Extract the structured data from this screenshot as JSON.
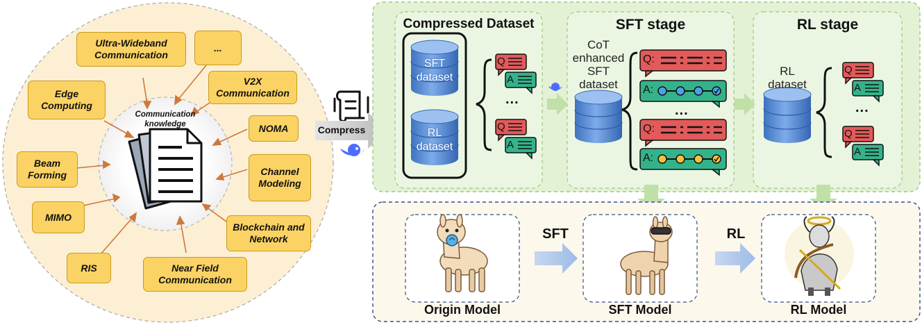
{
  "center": {
    "label": "Communication knowledge"
  },
  "topics": [
    {
      "id": "uwb",
      "label": "Ultra-Wideband Communication"
    },
    {
      "id": "more",
      "label": "..."
    },
    {
      "id": "v2x",
      "label": "V2X Communication"
    },
    {
      "id": "edge",
      "label": "Edge Computing"
    },
    {
      "id": "noma",
      "label": "NOMA"
    },
    {
      "id": "channel",
      "label": "Channel Modeling"
    },
    {
      "id": "beam",
      "label": "Beam Forming"
    },
    {
      "id": "mimo",
      "label": "MIMO"
    },
    {
      "id": "blockchain",
      "label": "Blockchain and Network"
    },
    {
      "id": "ris",
      "label": "RIS"
    },
    {
      "id": "nearfield",
      "label": "Near Field Communication"
    }
  ],
  "compress": {
    "label": "Compress"
  },
  "compressed_dataset": {
    "title": "Compressed Dataset",
    "sft_db": "SFT dataset",
    "rl_db": "RL dataset",
    "q": "Q",
    "a": "A",
    "dots": "..."
  },
  "sft_stage": {
    "title": "SFT stage",
    "db_label": "CoT enhanced SFT dataset",
    "q": "Q:",
    "a": "A:",
    "dots": "..."
  },
  "rl_stage": {
    "title": "RL stage",
    "db_label": "RL dataset",
    "q": "Q",
    "a": "A",
    "dots": "..."
  },
  "models": {
    "origin": "Origin Model",
    "sft": "SFT Model",
    "rl": "RL Model",
    "arrow_sft": "SFT",
    "arrow_rl": "RL"
  },
  "colors": {
    "topic_fill": "#fbd264",
    "outer_circle": "#fcefd4",
    "panel_green": "#e3f1d5",
    "bottom_panel": "#fcf8ec",
    "q_bubble": "#e25a5a",
    "a_bubble": "#34b38a",
    "db_blue": "#5b8fd6",
    "arrow_orange": "#d0783a"
  }
}
